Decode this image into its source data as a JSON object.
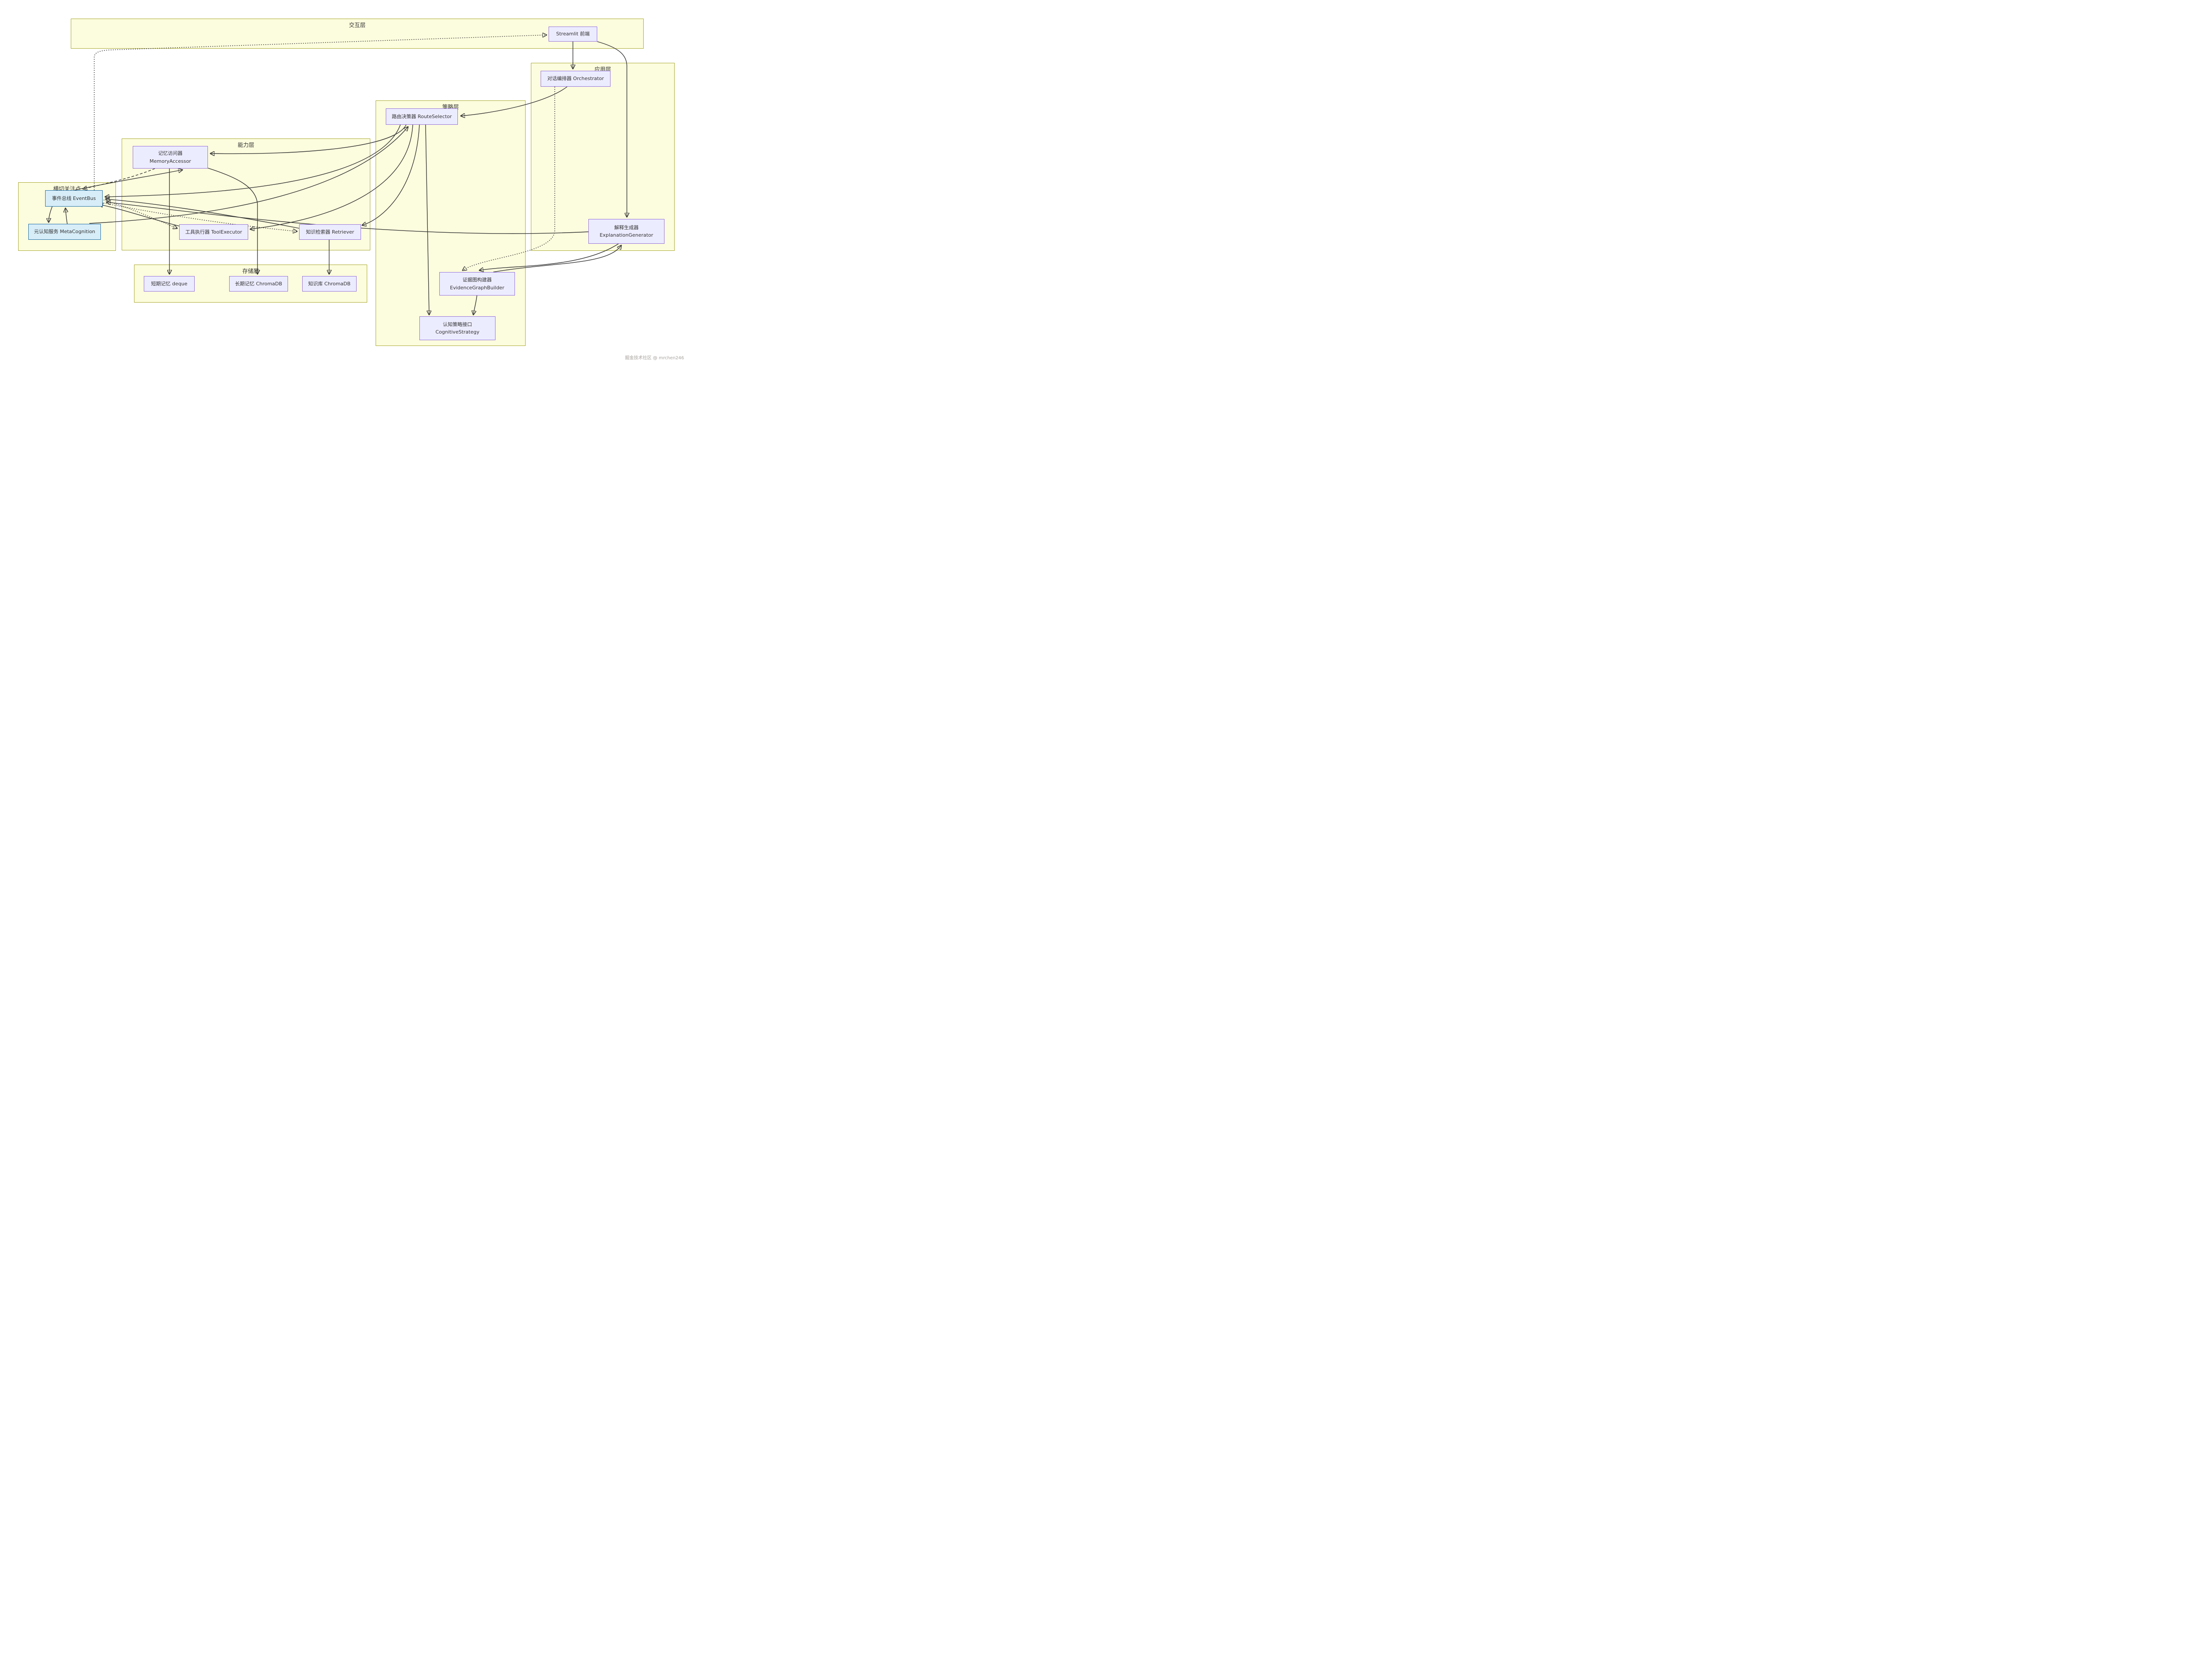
{
  "diagram": {
    "layers": {
      "interaction": {
        "title": "交互层"
      },
      "application": {
        "title": "应用层"
      },
      "strategy": {
        "title": "策略层"
      },
      "capability": {
        "title": "能力层"
      },
      "crosscut": {
        "title": "横切关注点"
      },
      "storage": {
        "title": "存储层"
      }
    },
    "nodes": {
      "streamlit": {
        "line1": "Streamlit 前端",
        "line2": ""
      },
      "orchestrator": {
        "line1": "对话编排器 Orchestrator",
        "line2": ""
      },
      "routeselector": {
        "line1": "路由决策器 RouteSelector",
        "line2": ""
      },
      "memoryaccessor": {
        "line1": "记忆访问器",
        "line2": "MemoryAccessor"
      },
      "eventbus": {
        "line1": "事件总线 EventBus",
        "line2": ""
      },
      "metacognition": {
        "line1": "元认知服务 MetaCognition",
        "line2": ""
      },
      "toolexecutor": {
        "line1": "工具执行器 ToolExecutor",
        "line2": ""
      },
      "retriever": {
        "line1": "知识检索器 Retriever",
        "line2": ""
      },
      "explanationgenerator": {
        "line1": "解释生成器",
        "line2": "ExplanationGenerator"
      },
      "shortterm": {
        "line1": "短期记忆 deque",
        "line2": ""
      },
      "longterm": {
        "line1": "长期记忆 ChromaDB",
        "line2": ""
      },
      "knowledge": {
        "line1": "知识库 ChromaDB",
        "line2": ""
      },
      "evidencegraphbuilder": {
        "line1": "证据图构建器",
        "line2": "EvidenceGraphBuilder"
      },
      "cognitivestrategy": {
        "line1": "认知策略接口",
        "line2": "CognitiveStrategy"
      }
    },
    "edges": [
      {
        "from": "streamlit",
        "to": "orchestrator",
        "style": "solid"
      },
      {
        "from": "streamlit",
        "to": "explanationgenerator",
        "style": "solid"
      },
      {
        "from": "orchestrator",
        "to": "routeselector",
        "style": "solid"
      },
      {
        "from": "orchestrator",
        "to": "evidencegraphbuilder",
        "style": "dotted"
      },
      {
        "from": "routeselector",
        "to": "memoryaccessor",
        "style": "solid"
      },
      {
        "from": "routeselector",
        "to": "toolexecutor",
        "style": "solid"
      },
      {
        "from": "routeselector",
        "to": "retriever",
        "style": "solid"
      },
      {
        "from": "routeselector",
        "to": "cognitivestrategy",
        "style": "solid"
      },
      {
        "from": "routeselector",
        "to": "eventbus",
        "style": "solid"
      },
      {
        "from": "metacognition",
        "to": "routeselector",
        "style": "solid"
      },
      {
        "from": "eventbus",
        "to": "metacognition",
        "style": "solid"
      },
      {
        "from": "metacognition",
        "to": "eventbus",
        "style": "solid"
      },
      {
        "from": "memoryaccessor",
        "to": "eventbus",
        "style": "dashed"
      },
      {
        "from": "eventbus",
        "to": "memoryaccessor",
        "style": "solid"
      },
      {
        "from": "eventbus",
        "to": "streamlit",
        "style": "dotted"
      },
      {
        "from": "eventbus",
        "to": "toolexecutor",
        "style": "dotted"
      },
      {
        "from": "toolexecutor",
        "to": "eventbus",
        "style": "solid"
      },
      {
        "from": "eventbus",
        "to": "retriever",
        "style": "dotted"
      },
      {
        "from": "retriever",
        "to": "eventbus",
        "style": "solid"
      },
      {
        "from": "explanationgenerator",
        "to": "eventbus",
        "style": "solid"
      },
      {
        "from": "memoryaccessor",
        "to": "shortterm",
        "style": "solid"
      },
      {
        "from": "memoryaccessor",
        "to": "longterm",
        "style": "solid"
      },
      {
        "from": "retriever",
        "to": "knowledge",
        "style": "solid"
      },
      {
        "from": "explanationgenerator",
        "to": "evidencegraphbuilder",
        "style": "solid"
      },
      {
        "from": "evidencegraphbuilder",
        "to": "explanationgenerator",
        "style": "solid"
      },
      {
        "from": "evidencegraphbuilder",
        "to": "cognitivestrategy",
        "style": "solid"
      }
    ]
  },
  "meta": {
    "watermark": "掘金技术社区 @ mrchen246"
  }
}
